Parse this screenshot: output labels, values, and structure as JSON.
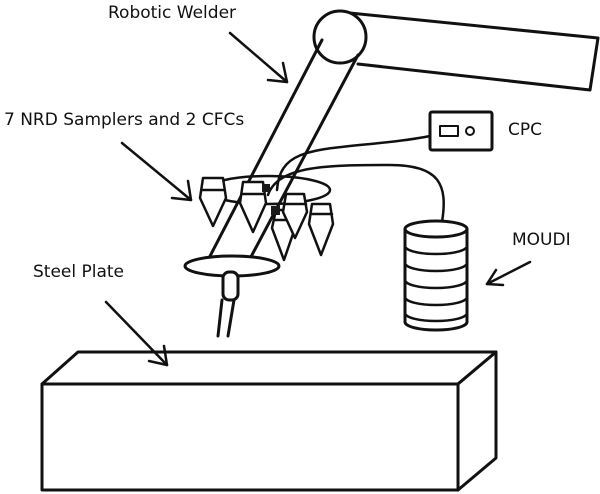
{
  "labels": {
    "robotic_welder": "Robotic Welder",
    "samplers": "7 NRD Samplers and 2 CFCs",
    "cpc": "CPC",
    "moudi": "MOUDI",
    "steel_plate": "Steel Plate"
  },
  "colors": {
    "line": "#111111",
    "fill": "#ffffff",
    "dark": "#1a1a1a"
  }
}
